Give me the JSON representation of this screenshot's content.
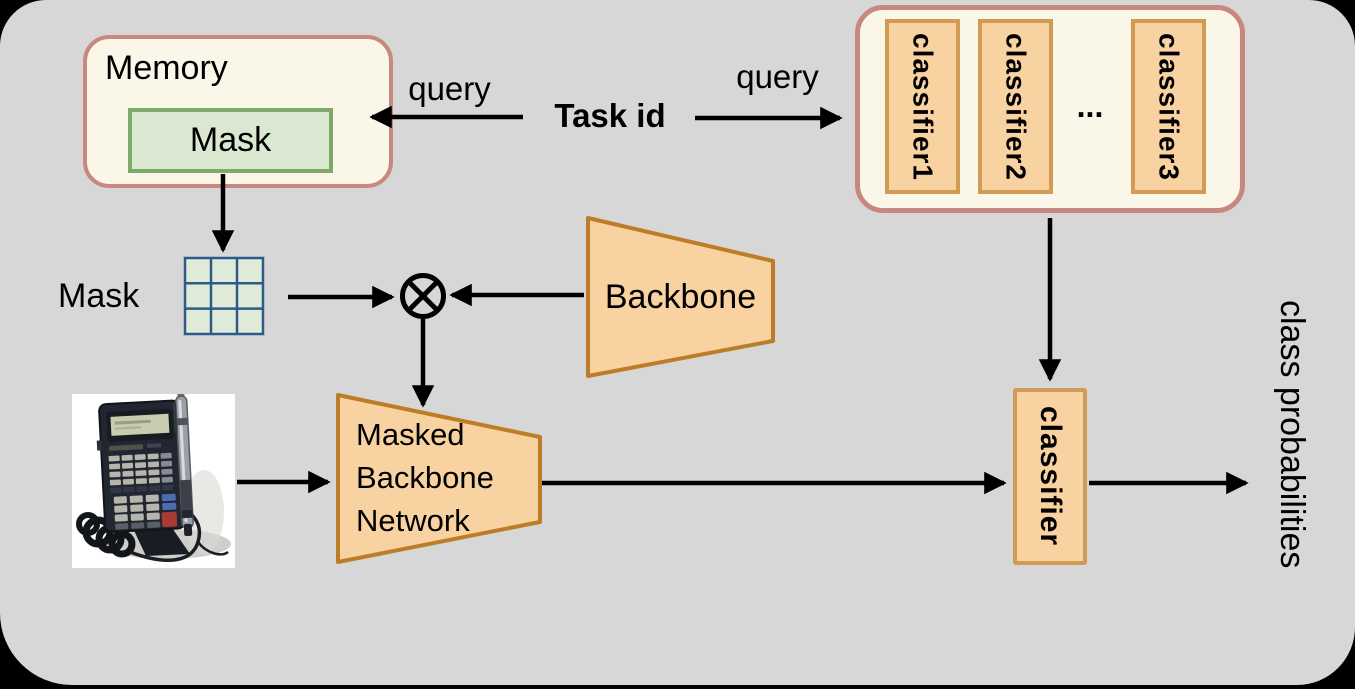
{
  "figure": {
    "type": "architecture-diagram"
  },
  "colors": {
    "background": "#000000",
    "canvas": "#d7d7d7",
    "container_fill": "#faf7e9",
    "container_border": "#c8887f",
    "green_fill": "#dae8d2",
    "green_border": "#7fa86b",
    "orange_fill": "#f8d2a0",
    "orange_border_light": "#d19b55",
    "orange_border_dark": "#bc7d26",
    "grid_fill": "#e0ead9",
    "grid_stroke": "#2d5b88",
    "arrow": "#000000"
  },
  "memory": {
    "title": "Memory",
    "mask_label": "Mask"
  },
  "task": {
    "label": "Task id",
    "query_left_label": "query",
    "query_right_label": "query"
  },
  "classifier_bank": {
    "items": [
      "classifier1",
      "classifier2",
      "classifier3"
    ],
    "ellipsis": "..."
  },
  "mask_grid": {
    "label": "Mask",
    "rows": 3,
    "cols": 3
  },
  "operator": {
    "symbol": "⊗"
  },
  "backbone": {
    "label": "Backbone"
  },
  "masked_backbone": {
    "lines": [
      "Masked",
      "Backbone",
      "Network"
    ]
  },
  "classifier": {
    "label": "classifier"
  },
  "output": {
    "label": "class probabilities"
  },
  "input_photo": {
    "icon": "payment-terminal-photo"
  }
}
